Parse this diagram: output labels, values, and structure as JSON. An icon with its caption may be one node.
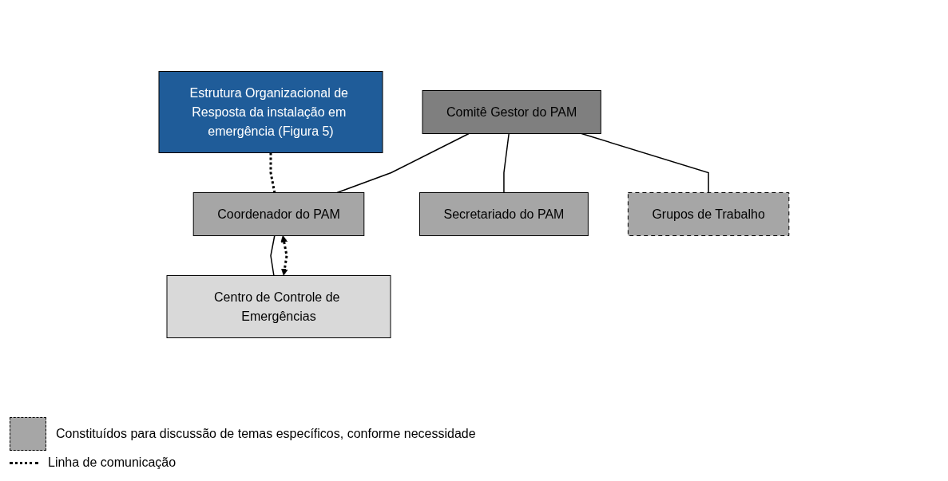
{
  "diagram": {
    "nodes": [
      {
        "text": [
          "Comitê Gestor do PAM"
        ]
      },
      {
        "text": [
          "Estrutura Organizacional de Resposta da instalação em emergência (Figura 5)"
        ]
      },
      {
        "text": [
          "Coordenador do PAM"
        ]
      },
      {
        "text": [
          "Secretariado do PAM"
        ]
      },
      {
        "text": [
          "Grupos de Trabalho"
        ]
      },
      {
        "text": [
          "Centro de Controle de Emergências"
        ]
      }
    ],
    "edges": [
      {
        "from": 0,
        "to": 2,
        "arrow": "none"
      },
      {
        "from": 0,
        "to": 3,
        "arrow": "none"
      },
      {
        "from": 0,
        "to": 4,
        "arrow": "none"
      },
      {
        "from": 1,
        "to": 2,
        "arrow": "none",
        "style": "dashed"
      },
      {
        "from": 2,
        "to": 5,
        "arrow": "none"
      },
      {
        "from": 5,
        "to": 2,
        "arrow": "both",
        "style": "dashed"
      }
    ],
    "legend": [
      {
        "text": "Constituídos para discussão de temas específicos, conforme necessidade"
      },
      {
        "text": "Linha de comunicação"
      }
    ]
  }
}
